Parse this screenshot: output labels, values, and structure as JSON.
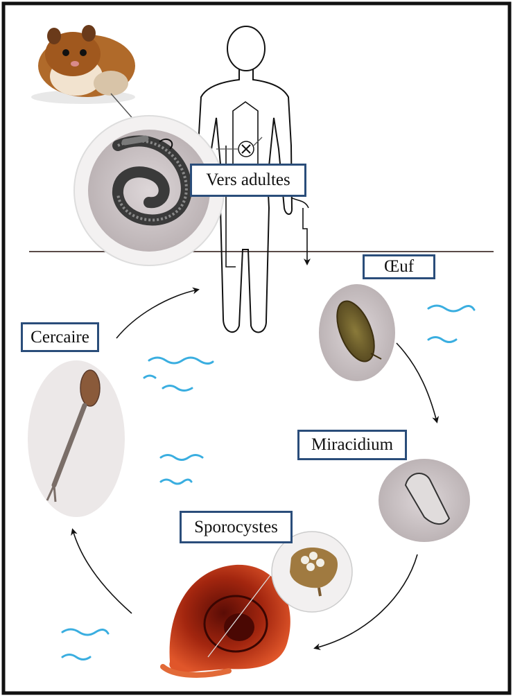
{
  "labels": {
    "adults": "Vers adultes",
    "egg": "Œuf",
    "miracidium": "Miracidium",
    "sporocysts": "Sporocystes",
    "cercaria": "Cercaire"
  },
  "icons": [
    "hamster-image",
    "adult-worm-image",
    "human-host-outline",
    "egg-image",
    "miracidium-image",
    "snail-image",
    "sporocyst-image",
    "cercaria-image",
    "water-wave-icon",
    "cycle-arrow-icon"
  ],
  "colors": {
    "frame": "#111111",
    "label_border": "#2a4d7a",
    "water": "#3aaee0",
    "snail": "#c0391b",
    "worm": "#4a4a4a",
    "photo_bg": "#c9c1c2"
  }
}
